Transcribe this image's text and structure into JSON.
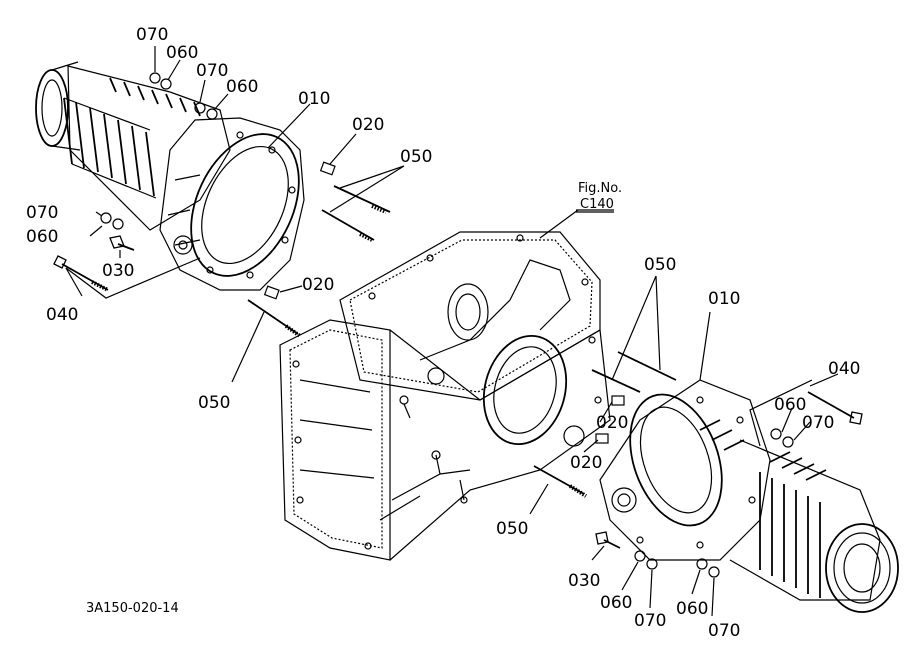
{
  "callouts": {
    "c070_a": "070",
    "c060_a": "060",
    "c070_b": "070",
    "c060_b": "060",
    "c010_left": "010",
    "c020_top": "020",
    "c050_top": "050",
    "fig_no": "Fig.No.",
    "fig_ref": "C140",
    "c070_c": "070",
    "c060_c": "060",
    "c030_left": "030",
    "c040_left": "040",
    "c020_mid": "020",
    "c050_left": "050",
    "c050_right": "050",
    "c010_right": "010",
    "c040_right": "040",
    "c060_d": "060",
    "c070_d": "070",
    "c020_right_a": "020",
    "c020_right_b": "020",
    "c050_bottom": "050",
    "c030_bottom": "030",
    "c060_e": "060",
    "c070_e": "070",
    "c060_f": "060",
    "c070_f": "070"
  },
  "drawing_code": "3A150-020-14"
}
